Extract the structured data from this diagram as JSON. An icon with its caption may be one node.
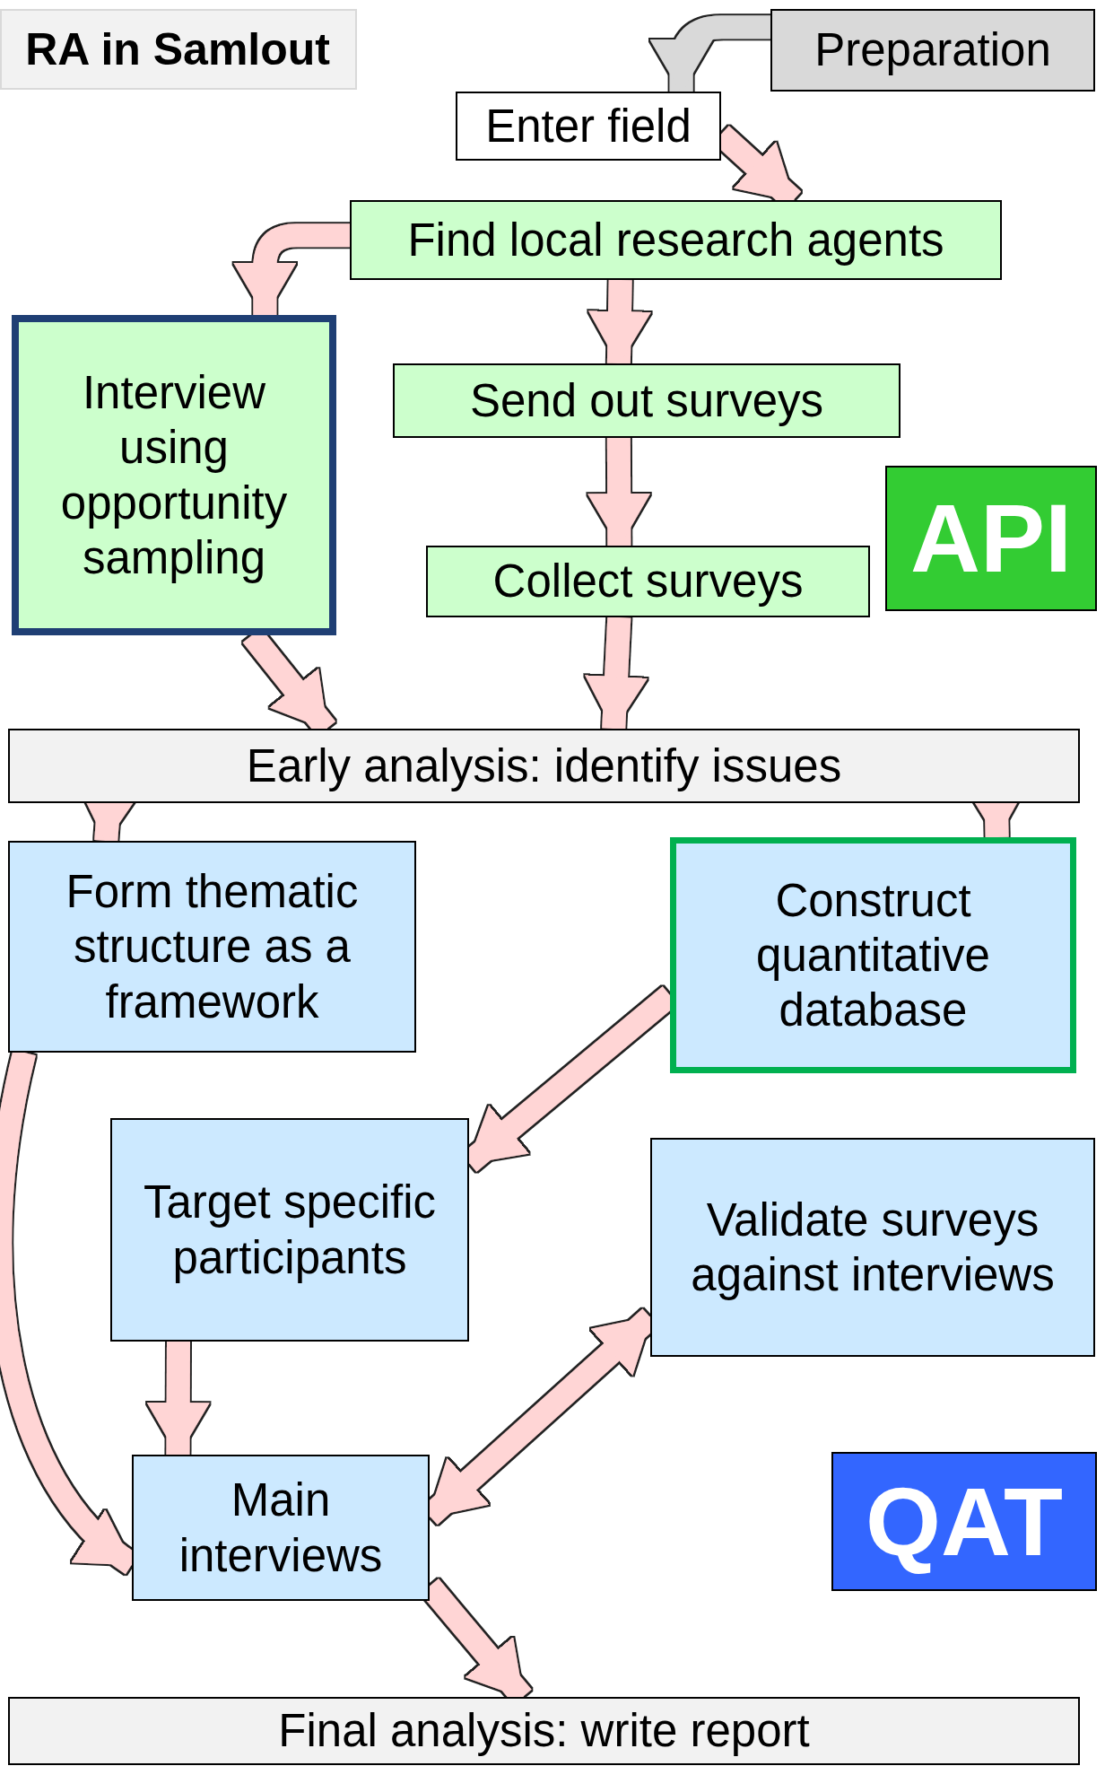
{
  "diagram": {
    "title": "RA in Samlout",
    "nodes": [
      {
        "text": [
          "Preparation"
        ]
      },
      {
        "text": [
          "Enter field"
        ]
      },
      {
        "text": [
          "Find local research agents"
        ]
      },
      {
        "text": [
          "Interview using opportunity sampling"
        ]
      },
      {
        "text": [
          "Send out surveys"
        ]
      },
      {
        "text": [
          "Collect surveys"
        ]
      },
      {
        "text": [
          "API"
        ]
      },
      {
        "text": [
          "Early analysis: identify issues"
        ]
      },
      {
        "text": [
          "Form thematic structure as a framework"
        ]
      },
      {
        "text": [
          "Construct quantitative database"
        ]
      },
      {
        "text": [
          "Target specific participants"
        ]
      },
      {
        "text": [
          "Validate surveys against interviews"
        ]
      },
      {
        "text": [
          "Main interviews"
        ]
      },
      {
        "text": [
          "QAT"
        ]
      },
      {
        "text": [
          "Final analysis: write report"
        ]
      }
    ],
    "edges": [
      {
        "from": 0,
        "to": 1,
        "arrow": "to",
        "color": "#d9d9d9"
      },
      {
        "from": 1,
        "to": 2,
        "arrow": "to"
      },
      {
        "from": 2,
        "to": 3,
        "arrow": "to"
      },
      {
        "from": 2,
        "to": 4,
        "arrow": "to"
      },
      {
        "from": 4,
        "to": 5,
        "arrow": "to"
      },
      {
        "from": 3,
        "to": 7,
        "arrow": "to"
      },
      {
        "from": 5,
        "to": 7,
        "arrow": "to"
      },
      {
        "from": 7,
        "to": 8,
        "arrow": "to"
      },
      {
        "from": 7,
        "to": 9,
        "arrow": "to"
      },
      {
        "from": 8,
        "to": 12,
        "arrow": "to"
      },
      {
        "from": 9,
        "to": 10,
        "arrow": "to"
      },
      {
        "from": 10,
        "to": 12,
        "arrow": "to"
      },
      {
        "from": 11,
        "to": 12,
        "arrow": "both"
      },
      {
        "from": 12,
        "to": 14,
        "arrow": "to"
      }
    ]
  }
}
